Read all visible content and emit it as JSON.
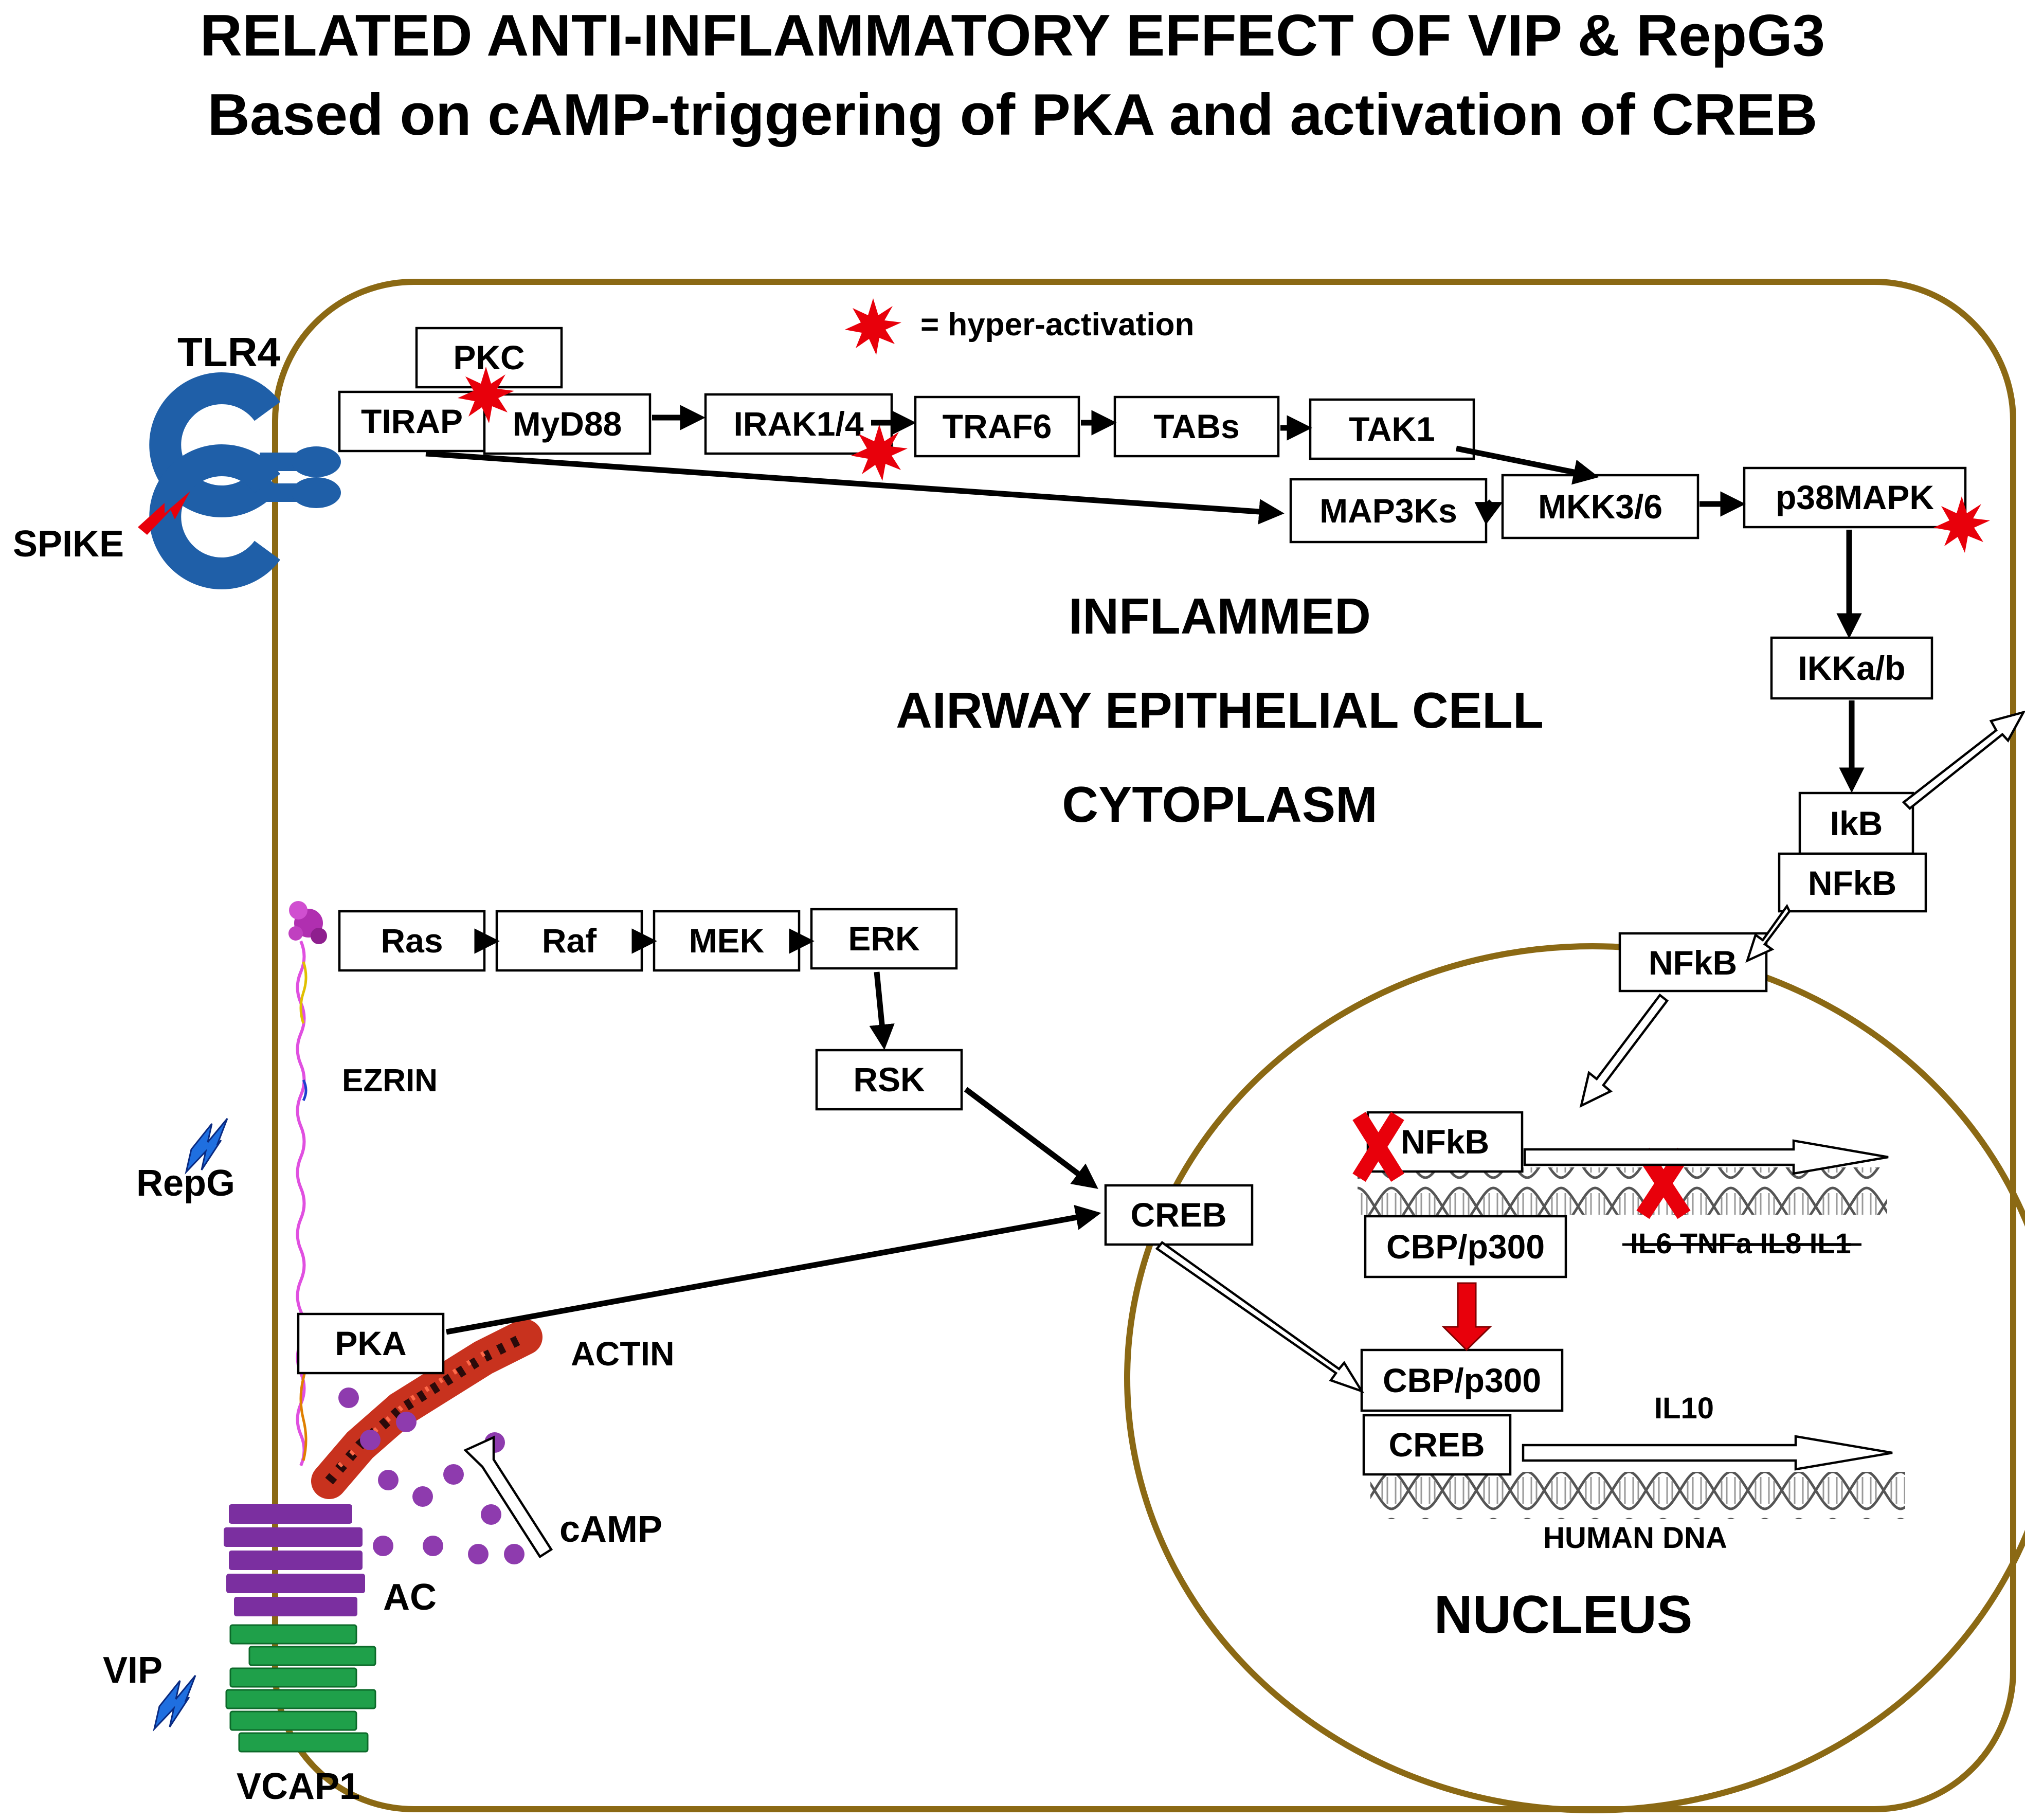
{
  "title": {
    "line1": "RELATED ANTI-INFLAMMATORY EFFECT OF VIP & RepG3",
    "line2": "Based on cAMP-triggering of PKA and activation of CREB"
  },
  "legend": {
    "text": "= hyper-activation",
    "icon": "red-starburst"
  },
  "cell": {
    "line1": "INFLAMMED",
    "line2": "AIRWAY EPITHELIAL CELL",
    "line3": "CYTOPLASM"
  },
  "receptors": {
    "tlr4": "TLR4",
    "spike": "SPIKE",
    "repg": "RepG",
    "vip": "VIP",
    "vcap1": "VCAP1",
    "ac": "AC"
  },
  "labels": {
    "ezrin": "EZRIN",
    "actin": "ACTIN",
    "camp": "cAMP"
  },
  "nodes": {
    "pkc": "PKC",
    "tirap": "TIRAP",
    "myd88": "MyD88",
    "irak": "IRAK1/4",
    "traf6": "TRAF6",
    "tabs": "TABs",
    "tak1": "TAK1",
    "map3ks": "MAP3Ks",
    "mkk": "MKK3/6",
    "p38": "p38MAPK",
    "ikk": "IKKa/b",
    "ikb": "IkB",
    "nfkb1": "NFkB",
    "nfkb2": "NFkB",
    "ras": "Ras",
    "raf": "Raf",
    "mek": "MEK",
    "erk": "ERK",
    "rsk": "RSK",
    "creb": "CREB",
    "pka": "PKA",
    "nfkb3": "NFkB",
    "cbp1": "CBP/p300",
    "cbp2": "CBP/p300",
    "creb2": "CREB"
  },
  "nucleus": {
    "label": "NUCLEUS",
    "genes_blocked": "IL6 TNFa IL8 IL1",
    "gene_active": "IL10",
    "dna": "HUMAN DNA"
  },
  "colors": {
    "membrane": "#8B6914",
    "receptor_blue": "#1F5FA8",
    "adenylyl_cyclase": "#7B2FA0",
    "vcap1_green": "#1FA04A",
    "hyperactivation_red": "#E8000B",
    "camp_dot": "#8E3BAE"
  }
}
